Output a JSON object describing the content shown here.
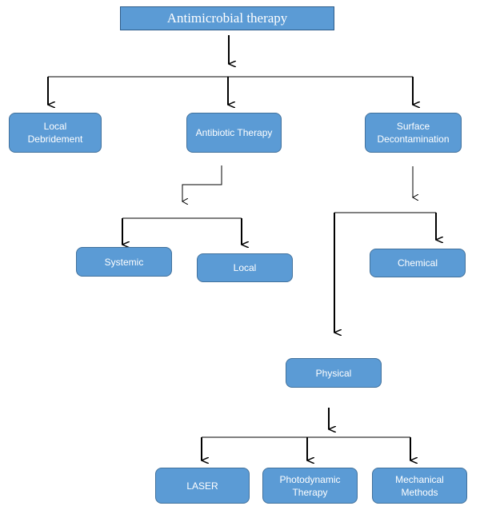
{
  "diagram": {
    "title": "Antimicrobial therapy",
    "nodes": {
      "local_debridement": "Local\nDebridement",
      "antibiotic_therapy": "Antibiotic Therapy",
      "surface_decontamination": "Surface\nDecontamination",
      "systemic": "Systemic",
      "local": "Local",
      "chemical": "Chemical",
      "physical": "Physical",
      "laser": "LASER",
      "photodynamic_therapy": "Photodynamic\nTherapy",
      "mechanical_methods": "Mechanical\nMethods"
    }
  },
  "colors": {
    "node_fill": "#5b9bd5",
    "node_border": "#41719c",
    "node_text": "#ffffff",
    "connector": "#000000"
  }
}
